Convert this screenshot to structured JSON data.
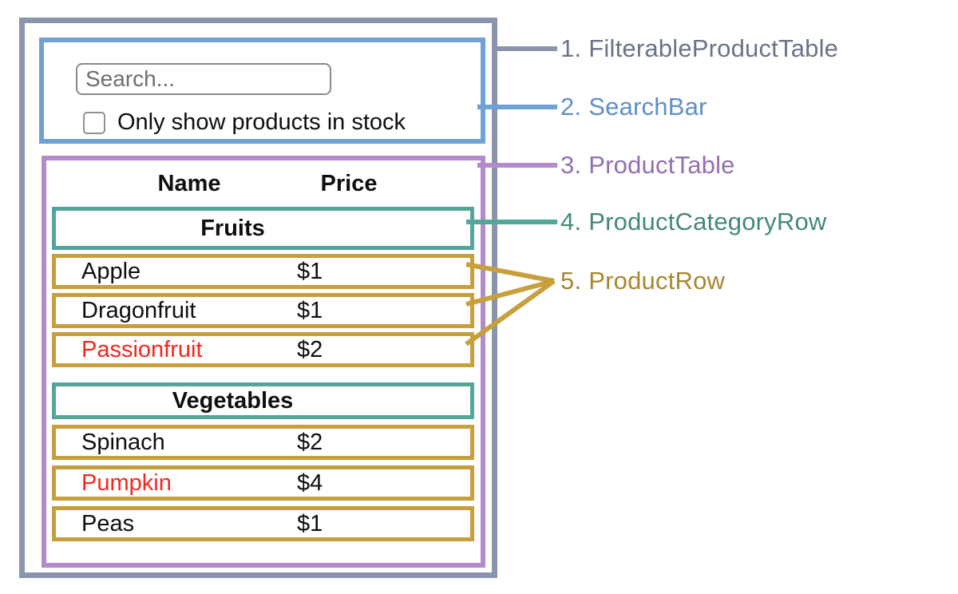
{
  "colors": {
    "slate_border": "#8A94AC",
    "slate_text": "#6A7487",
    "blue_border": "#6FA0D6",
    "blue_text": "#5F8FC7",
    "purple_border": "#B38BCA",
    "purple_text": "#9470AE",
    "teal_border": "#54A69A",
    "teal_text": "#44897B",
    "gold_border": "#C7A03D",
    "gold_text": "#A8872F",
    "red_text": "#F2281E",
    "input_border": "#8A8A8A",
    "placeholder": "#6E6E6E",
    "text_black": "#0F0F0F"
  },
  "search_bar": {
    "input_value": "",
    "input_placeholder": "Search...",
    "checkbox_label": "Only show products in stock",
    "checkbox_checked": false
  },
  "table": {
    "columns": [
      "Name",
      "Price"
    ],
    "sections": [
      {
        "category": "Fruits",
        "rows": [
          {
            "name": "Apple",
            "price": "$1",
            "out_of_stock": false
          },
          {
            "name": "Dragonfruit",
            "price": "$1",
            "out_of_stock": false
          },
          {
            "name": "Passionfruit",
            "price": "$2",
            "out_of_stock": true
          }
        ]
      },
      {
        "category": "Vegetables",
        "rows": [
          {
            "name": "Spinach",
            "price": "$2",
            "out_of_stock": false
          },
          {
            "name": "Pumpkin",
            "price": "$4",
            "out_of_stock": true
          },
          {
            "name": "Peas",
            "price": "$1",
            "out_of_stock": false
          }
        ]
      }
    ]
  },
  "annotations": [
    {
      "number": "1.",
      "name": "FilterableProductTable"
    },
    {
      "number": "2.",
      "name": "SearchBar"
    },
    {
      "number": "3.",
      "name": "ProductTable"
    },
    {
      "number": "4.",
      "name": "ProductCategoryRow"
    },
    {
      "number": "5.",
      "name": "ProductRow"
    }
  ]
}
